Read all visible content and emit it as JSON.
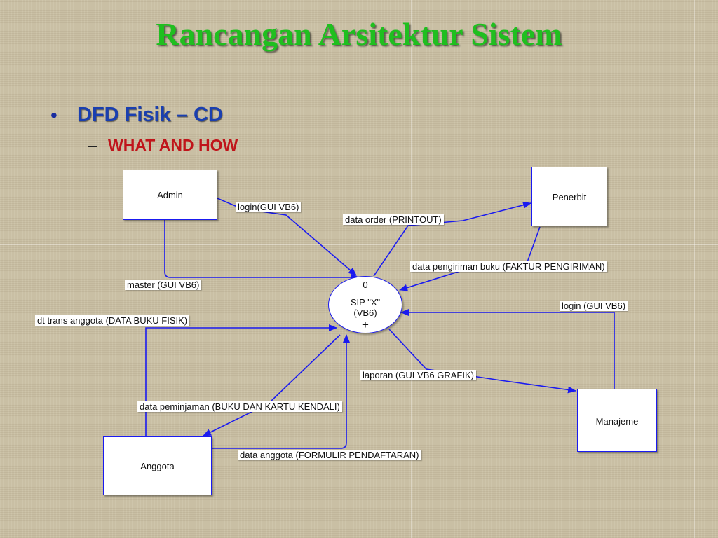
{
  "slide": {
    "title": "Rancangan Arsitektur Sistem",
    "bullet": "DFD Fisik – CD",
    "sub_bullet": "WHAT AND HOW"
  },
  "diagram": {
    "process": {
      "number": "0",
      "name": "SIP \"X\"",
      "sub": "(VB6)",
      "marker": "+"
    },
    "entities": {
      "admin": "Admin",
      "penerbit": "Penerbit",
      "manajeme": "Manajeme",
      "anggota": "Anggota"
    },
    "flows": {
      "login_admin": "login(GUI VB6)",
      "master": "master (GUI VB6)",
      "data_order": "data order (PRINTOUT)",
      "data_pengiriman": "data pengiriman buku (FAKTUR PENGIRIMAN)",
      "login_manajeme": "login (GUI VB6)",
      "dt_trans": "dt trans anggota (DATA BUKU FISIK)",
      "laporan": "laporan (GUI VB6 GRAFIK)",
      "data_peminjaman": "data peminjaman (BUKU DAN KARTU KENDALI)",
      "data_anggota": "data anggota (FORMULIR PENDAFTARAN)"
    }
  },
  "colors": {
    "title": "#1fbf1f",
    "bullet": "#1a3fb0",
    "sub_bullet": "#c0141a",
    "flow_line": "#1a1af0"
  }
}
